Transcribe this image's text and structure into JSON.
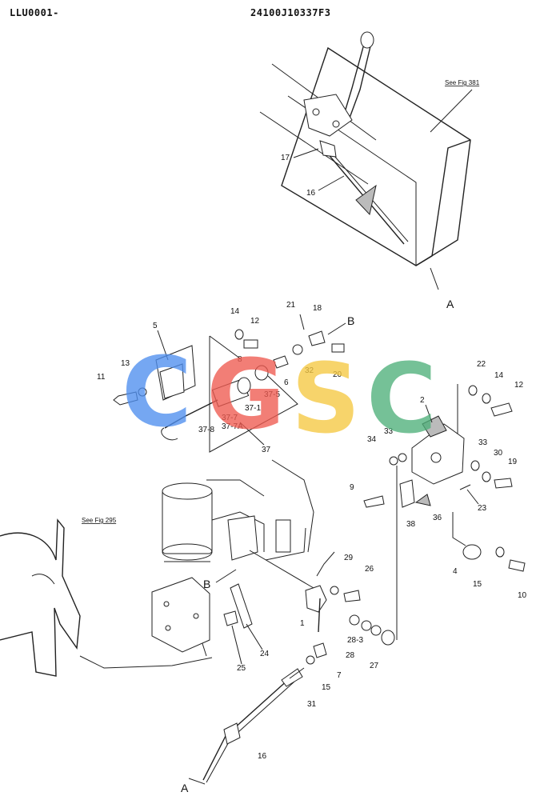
{
  "header": {
    "left_code": "LLU0001-",
    "center_code": "24100J10337F3"
  },
  "references": {
    "fig381": "See Fig 381",
    "fig295": "See Fig 295"
  },
  "watermark": {
    "letters": [
      "C",
      "G",
      "S",
      "C"
    ],
    "colors": [
      "#4f8fef",
      "#ef5a50",
      "#f5c842",
      "#4fb07a"
    ]
  },
  "callouts": {
    "c1": "1",
    "c2": "2",
    "c4": "4",
    "c5": "5",
    "c6": "6",
    "c7": "7",
    "c8": "8",
    "c9": "9",
    "c10": "10",
    "c11": "11",
    "c12a": "12",
    "c12b": "12",
    "c13": "13",
    "c14a": "14",
    "c14b": "14",
    "c15a": "15",
    "c15b": "15",
    "c16a": "16",
    "c16b": "16",
    "c17": "17",
    "c18": "18",
    "c19": "19",
    "c20": "20",
    "c21": "21",
    "c22": "22",
    "c23": "23",
    "c24": "24",
    "c25": "25",
    "c26": "26",
    "c27": "27",
    "c28": "28",
    "c28_3": "28-3",
    "c29": "29",
    "c30": "30",
    "c31": "31",
    "c32": "32",
    "c33a": "33",
    "c33b": "33",
    "c34": "34",
    "c36": "36",
    "c37": "37",
    "c37_1": "37-1",
    "c37_5": "37-5",
    "c37_7": "37-7",
    "c37_7A": "37-7A",
    "c37_8": "37-8",
    "c38": "38",
    "A_top": "A",
    "A_bottom": "A",
    "B_top": "B",
    "B_mid": "B"
  }
}
